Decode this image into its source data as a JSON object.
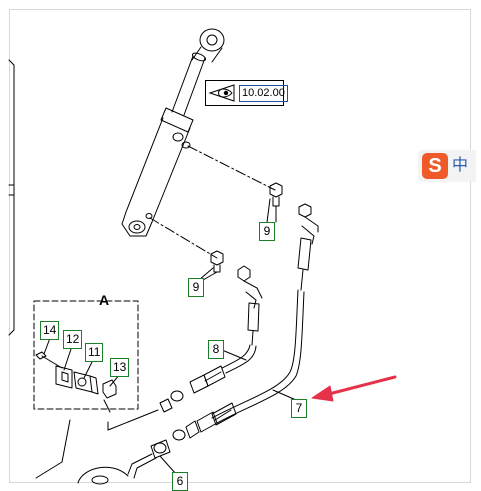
{
  "diagram": {
    "reference": {
      "code": "10.02.00",
      "icon": "eye-view-icon"
    },
    "detail_label": "A",
    "callouts": {
      "c6": "6",
      "c7": "7",
      "c8": "8",
      "c9a": "9",
      "c9b": "9",
      "c11": "11",
      "c12": "12",
      "c13": "13",
      "c14": "14"
    },
    "colors": {
      "line": "#000000",
      "callout_border": "#1b7f2a",
      "arrow": "#e5324a",
      "reference_code_border": "#1f4f9e"
    }
  },
  "ime": {
    "logo": "S",
    "mode": "中",
    "icon": "sogou-ime-icon"
  }
}
